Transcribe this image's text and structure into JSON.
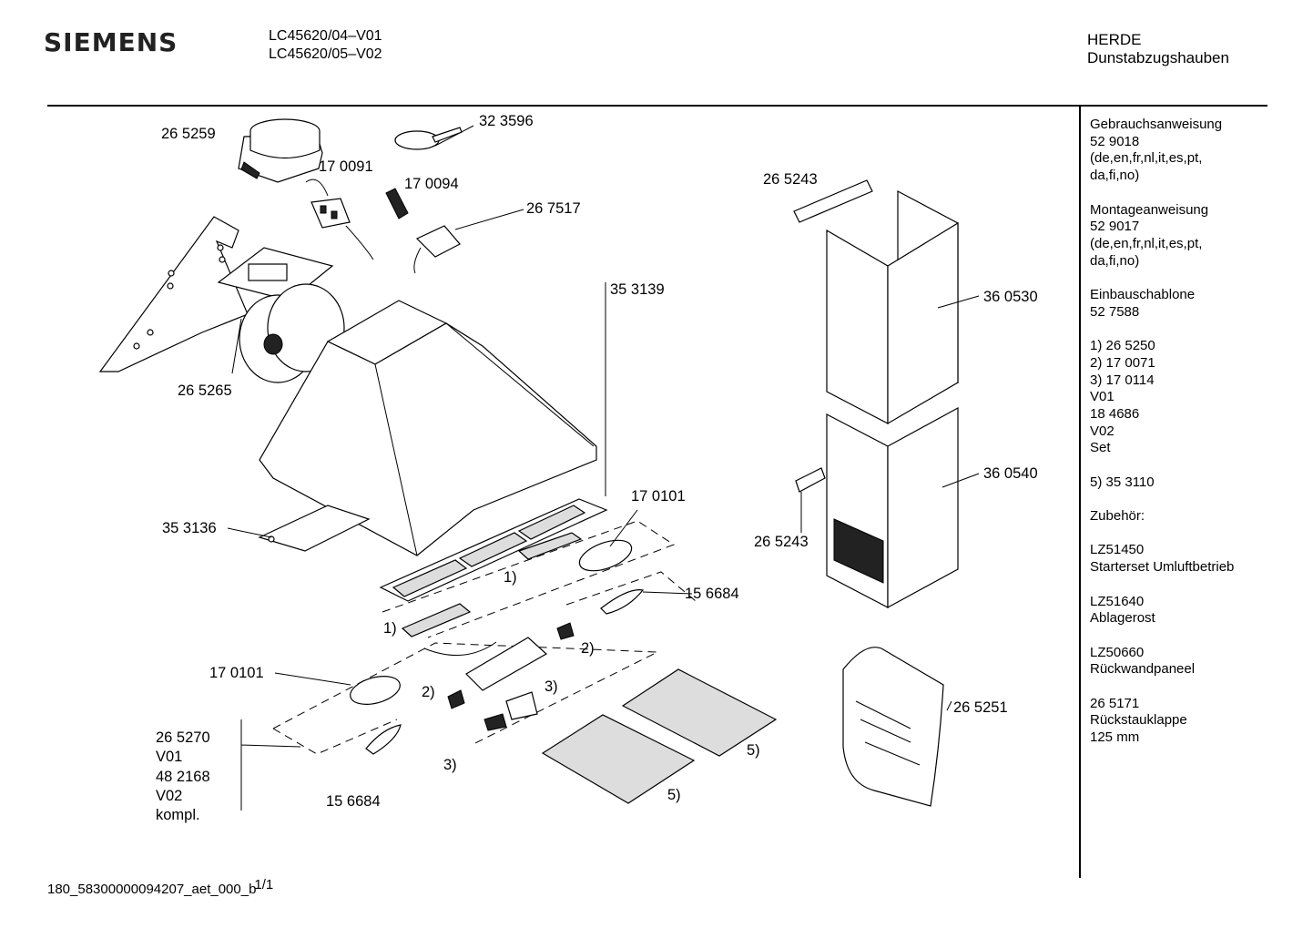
{
  "header": {
    "brand": "SIEMENS",
    "model_1": "LC45620/04–V01",
    "model_2": "LC45620/05–V02",
    "manufacturer": "HERDE",
    "category": "Dunstabzugshauben"
  },
  "sidebar": [
    {
      "lines": [
        "Gebrauchsanweisung",
        "52 9018",
        "(de,en,fr,nl,it,es,pt,",
        "da,fi,no)"
      ]
    },
    {
      "lines": [
        "Montageanweisung",
        "52 9017",
        "(de,en,fr,nl,it,es,pt,",
        "da,fi,no)"
      ]
    },
    {
      "lines": [
        "Einbauschablone",
        "52 7588"
      ]
    },
    {
      "lines": [
        "1)  26 5250",
        "2)  17 0071",
        "3)  17 0114",
        "     V01",
        "     18 4686",
        "     V02",
        "     Set"
      ]
    },
    {
      "lines": [
        "5)  35 3110"
      ]
    },
    {
      "lines": [
        "Zubehör:"
      ]
    },
    {
      "lines": [
        "LZ51450",
        "Starterset Umluftbetrieb"
      ]
    },
    {
      "lines": [
        "LZ51640",
        "Ablagerost"
      ]
    },
    {
      "lines": [
        "LZ50660",
        "Rückwandpaneel"
      ]
    },
    {
      "lines": [
        "26 5171",
        "Rückstauklappe",
        "125 mm"
      ]
    }
  ],
  "part_labels": {
    "p265259": "26 5259",
    "p323596": "32 3596",
    "p170091": "17 0091",
    "p170094": "17 0094",
    "p267517": "26 7517",
    "p353139": "35 3139",
    "p265265": "26 5265",
    "p353136": "35 3136",
    "p170101_top": "17 0101",
    "p170101_left": "17 0101",
    "p156684_right": "15 6684",
    "p156684_bottom": "15 6684",
    "p265243_top": "26 5243",
    "p265243_bottom": "26 5243",
    "p360530": "36 0530",
    "p360540": "36 0540",
    "p265251": "26 5251",
    "p265270_1": "26 5270",
    "p265270_2": "V01",
    "p265270_3": "48 2168",
    "p265270_4": "V02",
    "p265270_5": "kompl."
  },
  "callouts": {
    "c1a": "1)",
    "c1b": "1)",
    "c2a": "2)",
    "c2b": "2)",
    "c3a": "3)",
    "c3b": "3)",
    "c5a": "5)",
    "c5b": "5)"
  },
  "footer": {
    "doc_id": "180_58300000094207_aet_000_b",
    "page": "1/1"
  }
}
